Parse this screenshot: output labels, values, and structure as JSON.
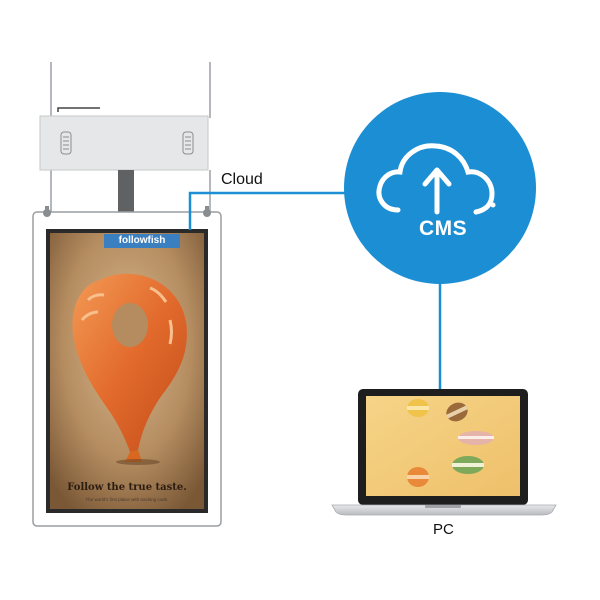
{
  "diagram": {
    "cloud_label": "Cloud",
    "cms_label": "CMS",
    "pc_label": "PC",
    "accent_color": "#1c8fd4",
    "line_color": "#1c8fd4"
  },
  "display": {
    "brand": "followfish",
    "tagline": "Follow the true taste.",
    "subtagline": "The world's first plaice with tracking code."
  },
  "icons": {
    "cloud": "cloud-upload-icon",
    "display": "hanging-double-sided-display",
    "laptop": "laptop-icon"
  }
}
